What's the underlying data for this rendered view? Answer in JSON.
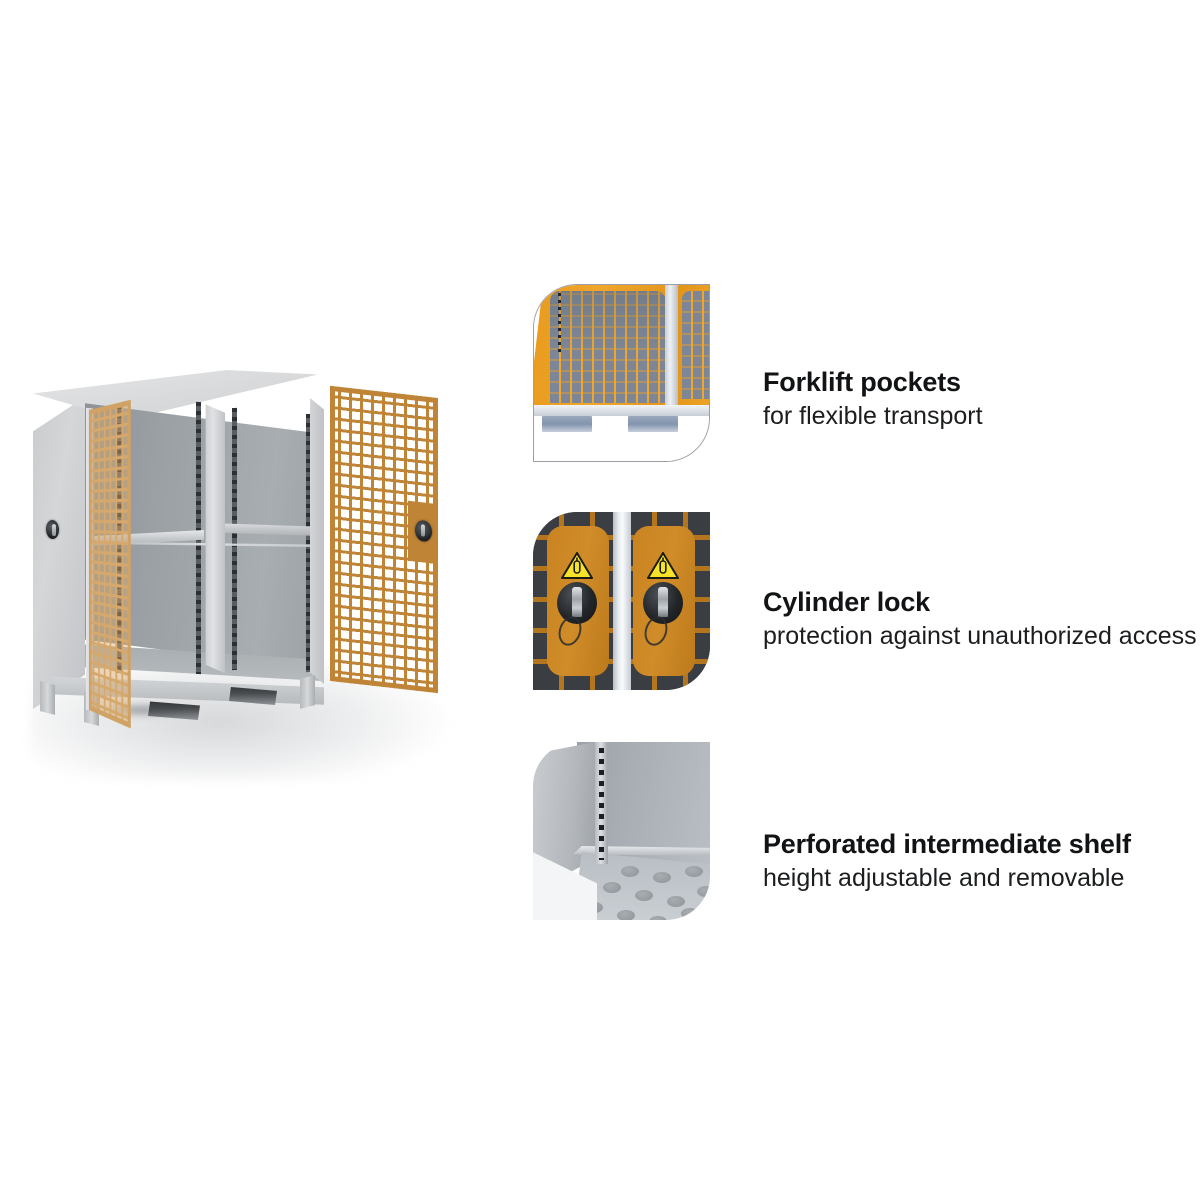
{
  "product": {
    "name": "mesh-door-cabinet",
    "description": "Grey steel cabinet with two orange mesh doors, one open, perforated intermediate shelves and forklift base"
  },
  "colors": {
    "mesh_orange": "#c08437",
    "cabinet_grey": "#c9cbcd",
    "interior_grey": "#9aa0a4",
    "warning_yellow": "#f5e32a",
    "text_dark": "#111315",
    "background": "#ffffff",
    "thumb_orange": "#f0a62c",
    "lock_dark": "#232629"
  },
  "features": [
    {
      "id": "forklift-pockets",
      "title": "Forklift pockets",
      "subtitle": "for flexible transport",
      "thumbnail": "forklift-pockets-photo"
    },
    {
      "id": "cylinder-lock",
      "title": "Cylinder lock",
      "subtitle": "protection against unauthorized access",
      "thumbnail": "cylinder-lock-photo"
    },
    {
      "id": "perforated-intermediate-shelf",
      "title": "Perforated intermediate shelf",
      "subtitle": "height adjustable and removable",
      "thumbnail": "perforated-shelf-photo"
    }
  ]
}
